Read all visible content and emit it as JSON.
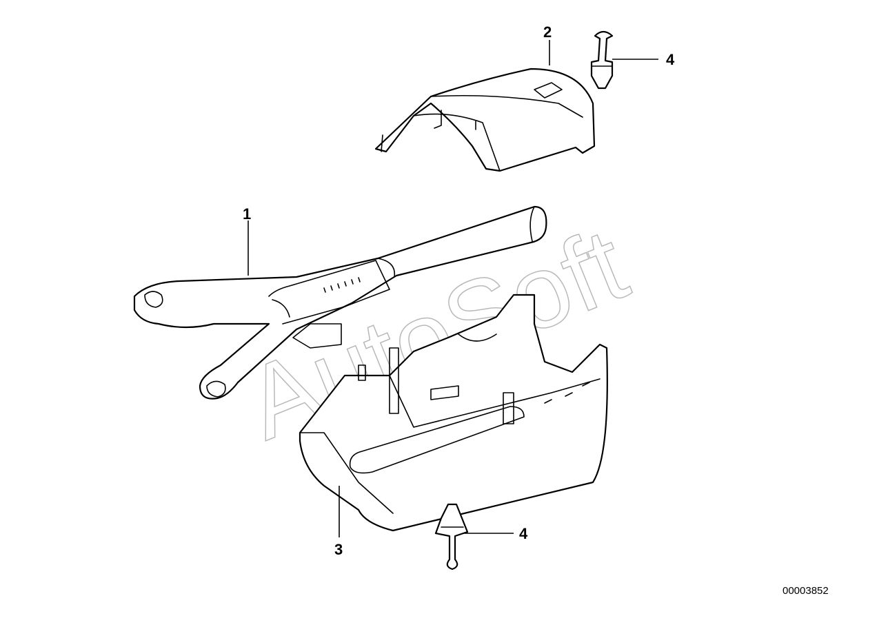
{
  "diagram": {
    "reference_number": "00003852",
    "watermark": "AutoSoft",
    "callouts": [
      {
        "id": "1",
        "label": "1"
      },
      {
        "id": "2",
        "label": "2"
      },
      {
        "id": "3",
        "label": "3"
      },
      {
        "id": "4a",
        "label": "4"
      },
      {
        "id": "4b",
        "label": "4"
      }
    ]
  }
}
